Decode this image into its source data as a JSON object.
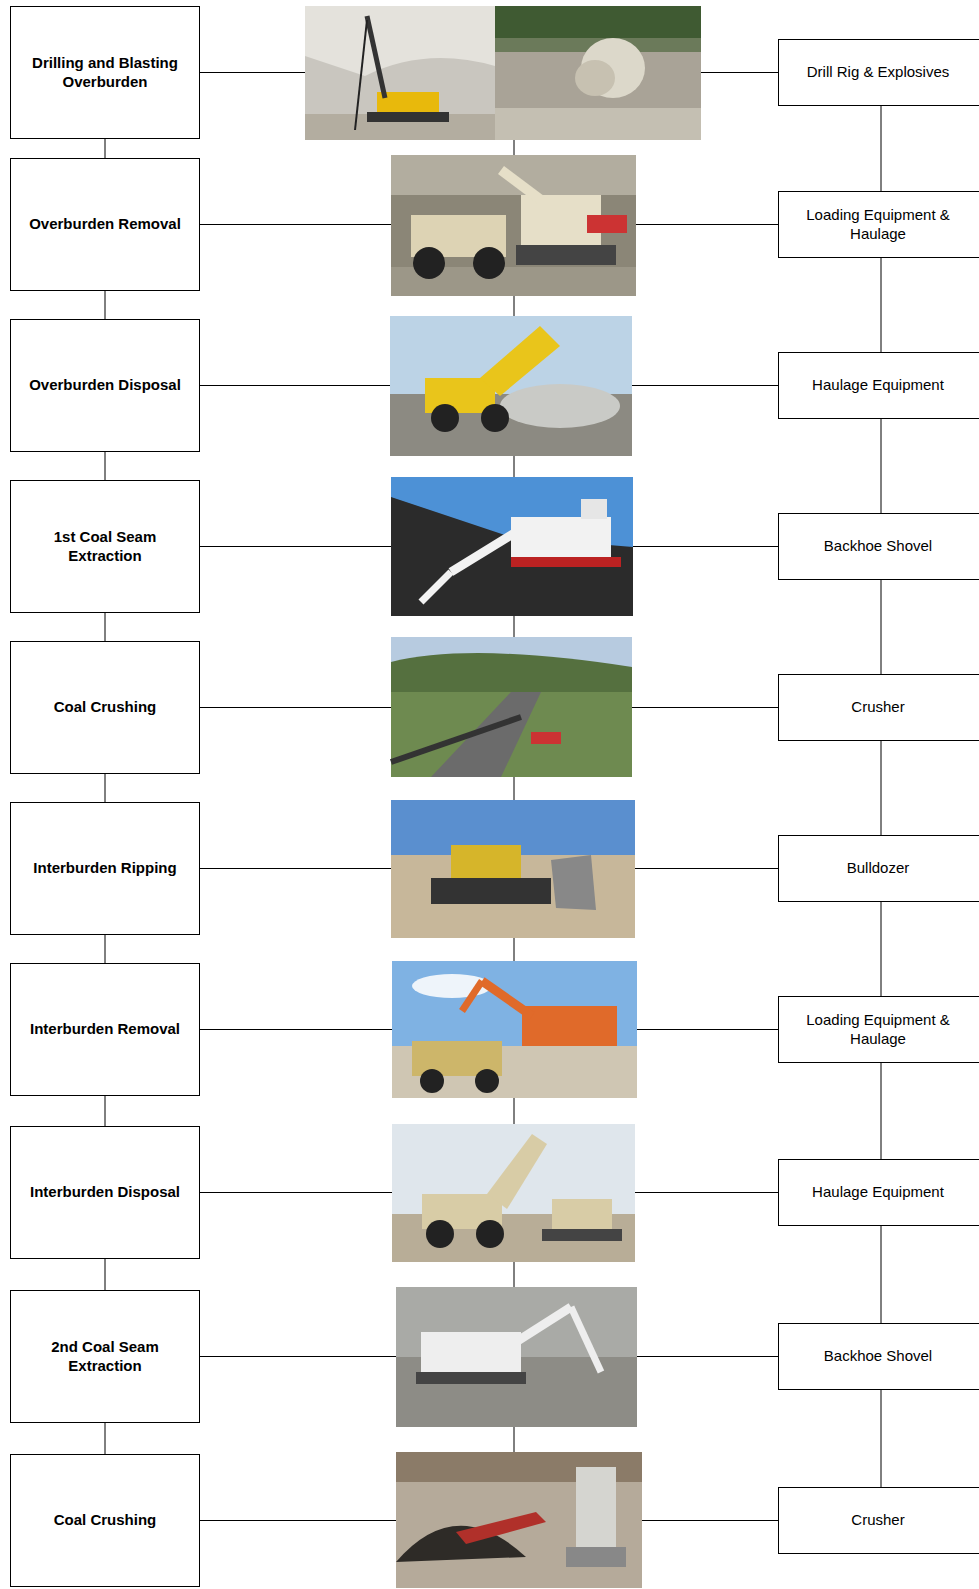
{
  "diagram": {
    "nodes": [
      {
        "text": [
          "Drilling and Blasting Overburden"
        ]
      },
      {
        "text": [
          "Drill Rig & Explosives"
        ]
      },
      {
        "text": [
          "Overburden Removal"
        ]
      },
      {
        "text": [
          "Loading Equipment & Haulage"
        ]
      },
      {
        "text": [
          "Overburden Disposal"
        ]
      },
      {
        "text": [
          "Haulage Equipment"
        ]
      },
      {
        "text": [
          "1st Coal Seam Extraction"
        ]
      },
      {
        "text": [
          "Backhoe Shovel"
        ]
      },
      {
        "text": [
          "Coal Crushing"
        ]
      },
      {
        "text": [
          "Crusher"
        ]
      },
      {
        "text": [
          "Interburden Ripping"
        ]
      },
      {
        "text": [
          "Bulldozer"
        ]
      },
      {
        "text": [
          "Interburden Removal"
        ]
      },
      {
        "text": [
          "Loading Equipment & Haulage"
        ]
      },
      {
        "text": [
          "Interburden Disposal"
        ]
      },
      {
        "text": [
          "Haulage Equipment"
        ]
      },
      {
        "text": [
          "2nd Coal Seam Extraction"
        ]
      },
      {
        "text": [
          "Backhoe Shovel"
        ]
      },
      {
        "text": [
          "Coal Crushing"
        ]
      },
      {
        "text": [
          "Crusher"
        ]
      }
    ],
    "edges": [
      {
        "from": 0,
        "to": 1,
        "arrow": "none"
      },
      {
        "from": 2,
        "to": 3,
        "arrow": "none"
      },
      {
        "from": 4,
        "to": 5,
        "arrow": "none"
      },
      {
        "from": 6,
        "to": 7,
        "arrow": "none"
      },
      {
        "from": 8,
        "to": 9,
        "arrow": "none"
      },
      {
        "from": 10,
        "to": 11,
        "arrow": "none"
      },
      {
        "from": 12,
        "to": 13,
        "arrow": "none"
      },
      {
        "from": 14,
        "to": 15,
        "arrow": "none"
      },
      {
        "from": 16,
        "to": 17,
        "arrow": "none"
      },
      {
        "from": 18,
        "to": 19,
        "arrow": "none"
      },
      {
        "from": 0,
        "to": 2,
        "arrow": "none"
      },
      {
        "from": 2,
        "to": 4,
        "arrow": "none"
      },
      {
        "from": 4,
        "to": 6,
        "arrow": "none"
      },
      {
        "from": 6,
        "to": 8,
        "arrow": "none"
      },
      {
        "from": 8,
        "to": 10,
        "arrow": "none"
      },
      {
        "from": 10,
        "to": 12,
        "arrow": "none"
      },
      {
        "from": 12,
        "to": 14,
        "arrow": "none"
      },
      {
        "from": 14,
        "to": 16,
        "arrow": "none"
      },
      {
        "from": 16,
        "to": 18,
        "arrow": "none"
      },
      {
        "from": 1,
        "to": 3,
        "arrow": "none"
      },
      {
        "from": 3,
        "to": 5,
        "arrow": "none"
      },
      {
        "from": 5,
        "to": 7,
        "arrow": "none"
      },
      {
        "from": 7,
        "to": 9,
        "arrow": "none"
      },
      {
        "from": 9,
        "to": 11,
        "arrow": "none"
      },
      {
        "from": 11,
        "to": 13,
        "arrow": "none"
      },
      {
        "from": 13,
        "to": 15,
        "arrow": "none"
      },
      {
        "from": 15,
        "to": 17,
        "arrow": "none"
      },
      {
        "from": 17,
        "to": 19,
        "arrow": "none"
      }
    ]
  }
}
